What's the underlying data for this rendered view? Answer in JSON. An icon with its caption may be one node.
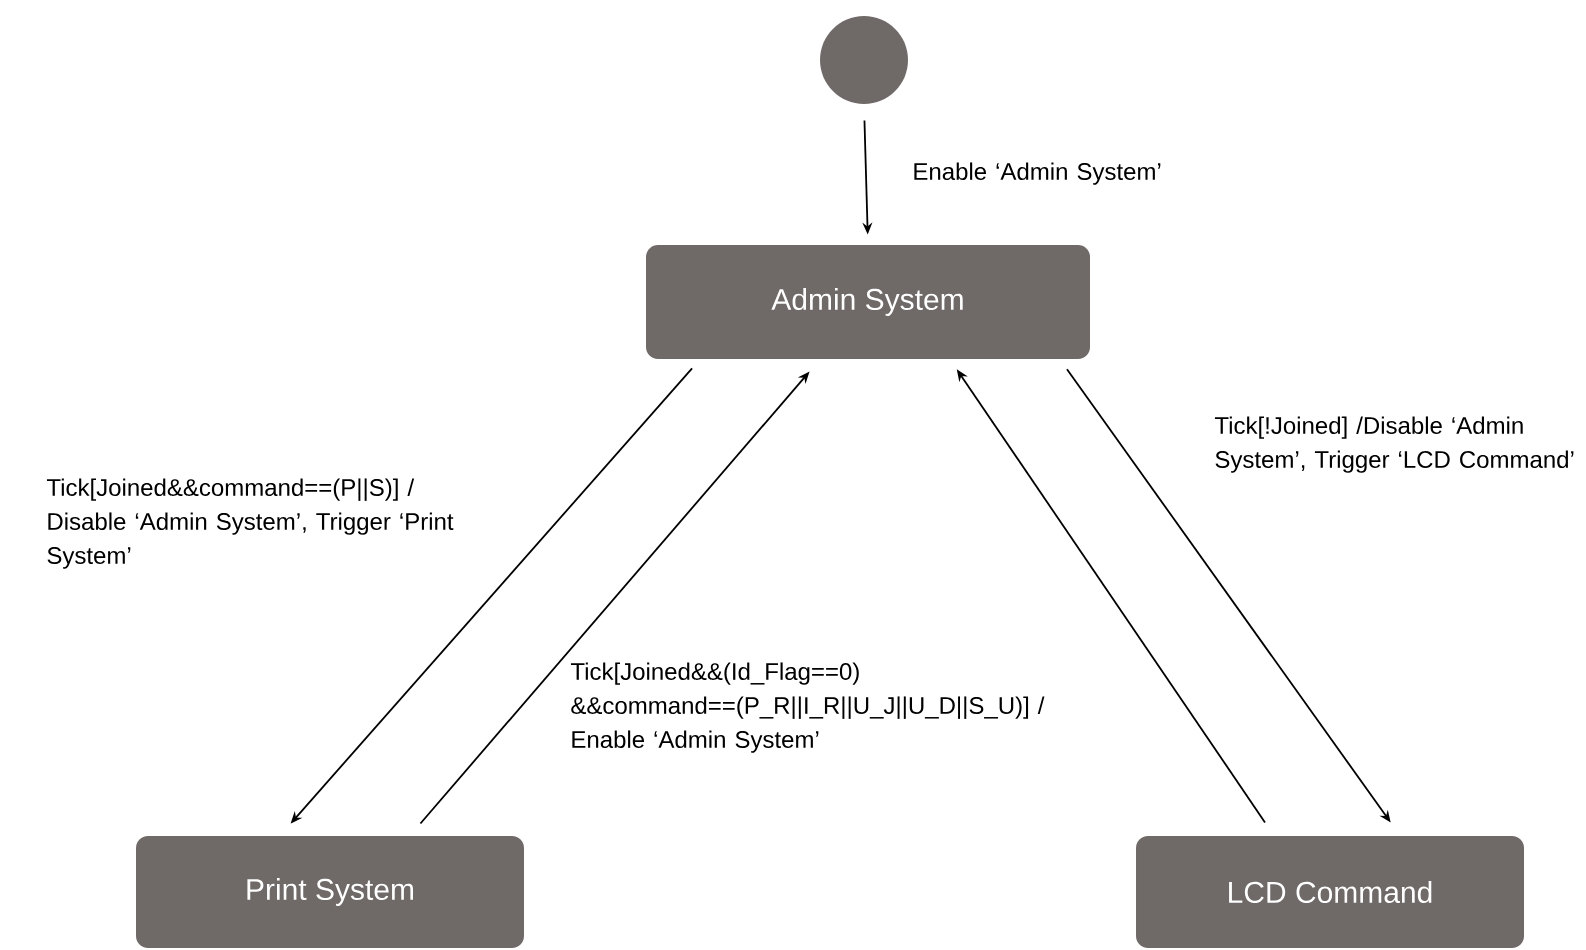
{
  "diagram": {
    "nodes": [
      {
        "text": [],
        "shape": "circle"
      },
      {
        "text": [
          "Admin System"
        ]
      },
      {
        "text": [
          "Print System"
        ]
      },
      {
        "text": [
          "LCD Command"
        ]
      }
    ],
    "edges": [
      {
        "from": 0,
        "to": 1,
        "arrow": "to",
        "label": "Enable ‘Admin System’"
      },
      {
        "from": 1,
        "to": 2,
        "arrow": "to",
        "label": "Tick[Joined&&command==(P||S)] / Disable ‘Admin System’, Trigger ‘Print System’"
      },
      {
        "from": 2,
        "to": 1,
        "arrow": "to",
        "label": "Tick[Joined&&(Id_Flag==0) &&command==(P_R||I_R||U_J||U_D||S_U)] / Enable ‘Admin System’"
      },
      {
        "from": 3,
        "to": 1,
        "arrow": "to"
      },
      {
        "from": 1,
        "to": 3,
        "arrow": "to",
        "label": "Tick[!Joined] /Disable ‘Admin System’, Trigger ‘LCD Command’"
      }
    ]
  }
}
